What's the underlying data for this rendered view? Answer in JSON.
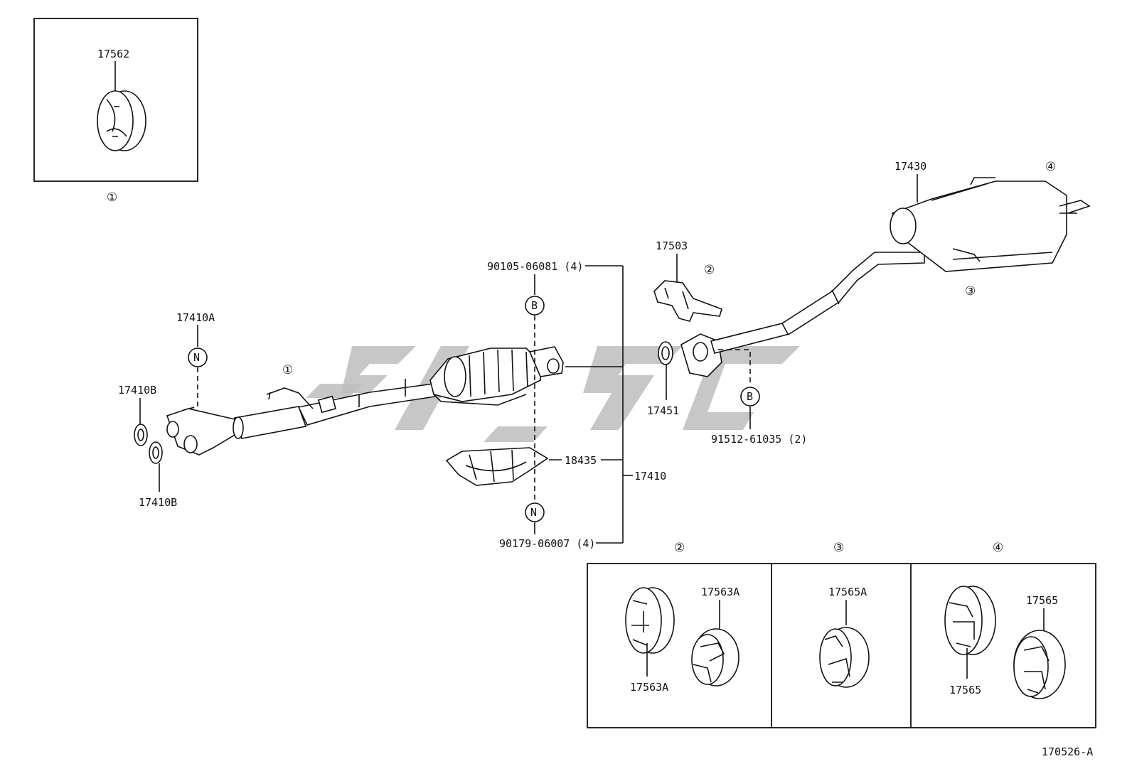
{
  "labels": {
    "p17562": "17562",
    "p17430": "17430",
    "p17503": "17503",
    "p17410A": "17410A",
    "p17410B_top": "17410B",
    "p17410B_bot": "17410B",
    "p17451": "17451",
    "p18435": "18435",
    "p17410": "17410",
    "p90105": "90105-06081 (4)",
    "p91512": "91512-61035 (2)",
    "p90179": "90179-06007 (4)",
    "p17563A_top": "17563A",
    "p17563A_bot": "17563A",
    "p17565A": "17565A",
    "p17565_top": "17565",
    "p17565_bot": "17565",
    "ref": "170526-A"
  },
  "markers": {
    "c1": "①",
    "c2": "②",
    "c3": "③",
    "c4": "④",
    "B": "B",
    "N": "N"
  }
}
